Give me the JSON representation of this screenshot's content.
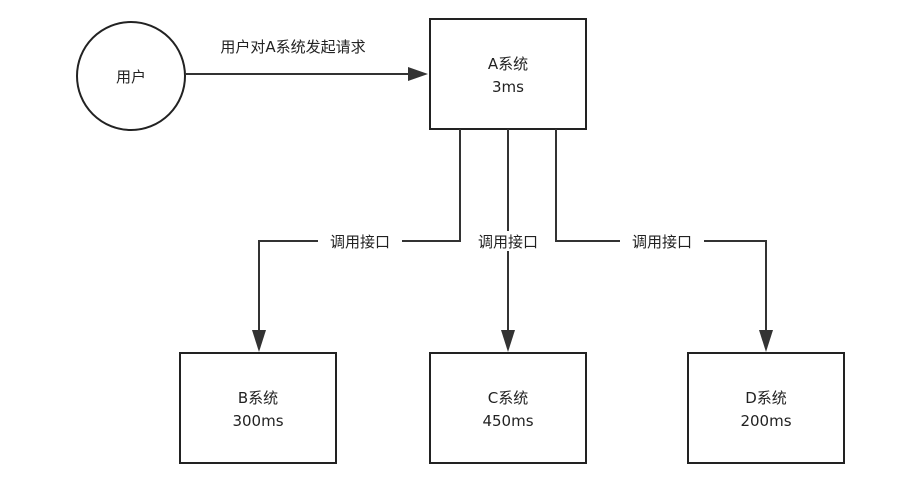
{
  "colors": {
    "stroke": "#222222",
    "connector": "#333333",
    "fill": "#ffffff"
  },
  "nodes": {
    "user": {
      "label": "用户"
    },
    "system_a": {
      "label": "A系统",
      "latency": "3ms"
    },
    "system_b": {
      "label": "B系统",
      "latency": "300ms"
    },
    "system_c": {
      "label": "C系统",
      "latency": "450ms"
    },
    "system_d": {
      "label": "D系统",
      "latency": "200ms"
    }
  },
  "edges": {
    "user_to_a": {
      "label": "用户对A系统发起请求"
    },
    "a_to_b": {
      "label": "调用接口"
    },
    "a_to_c": {
      "label": "调用接口"
    },
    "a_to_d": {
      "label": "调用接口"
    }
  }
}
